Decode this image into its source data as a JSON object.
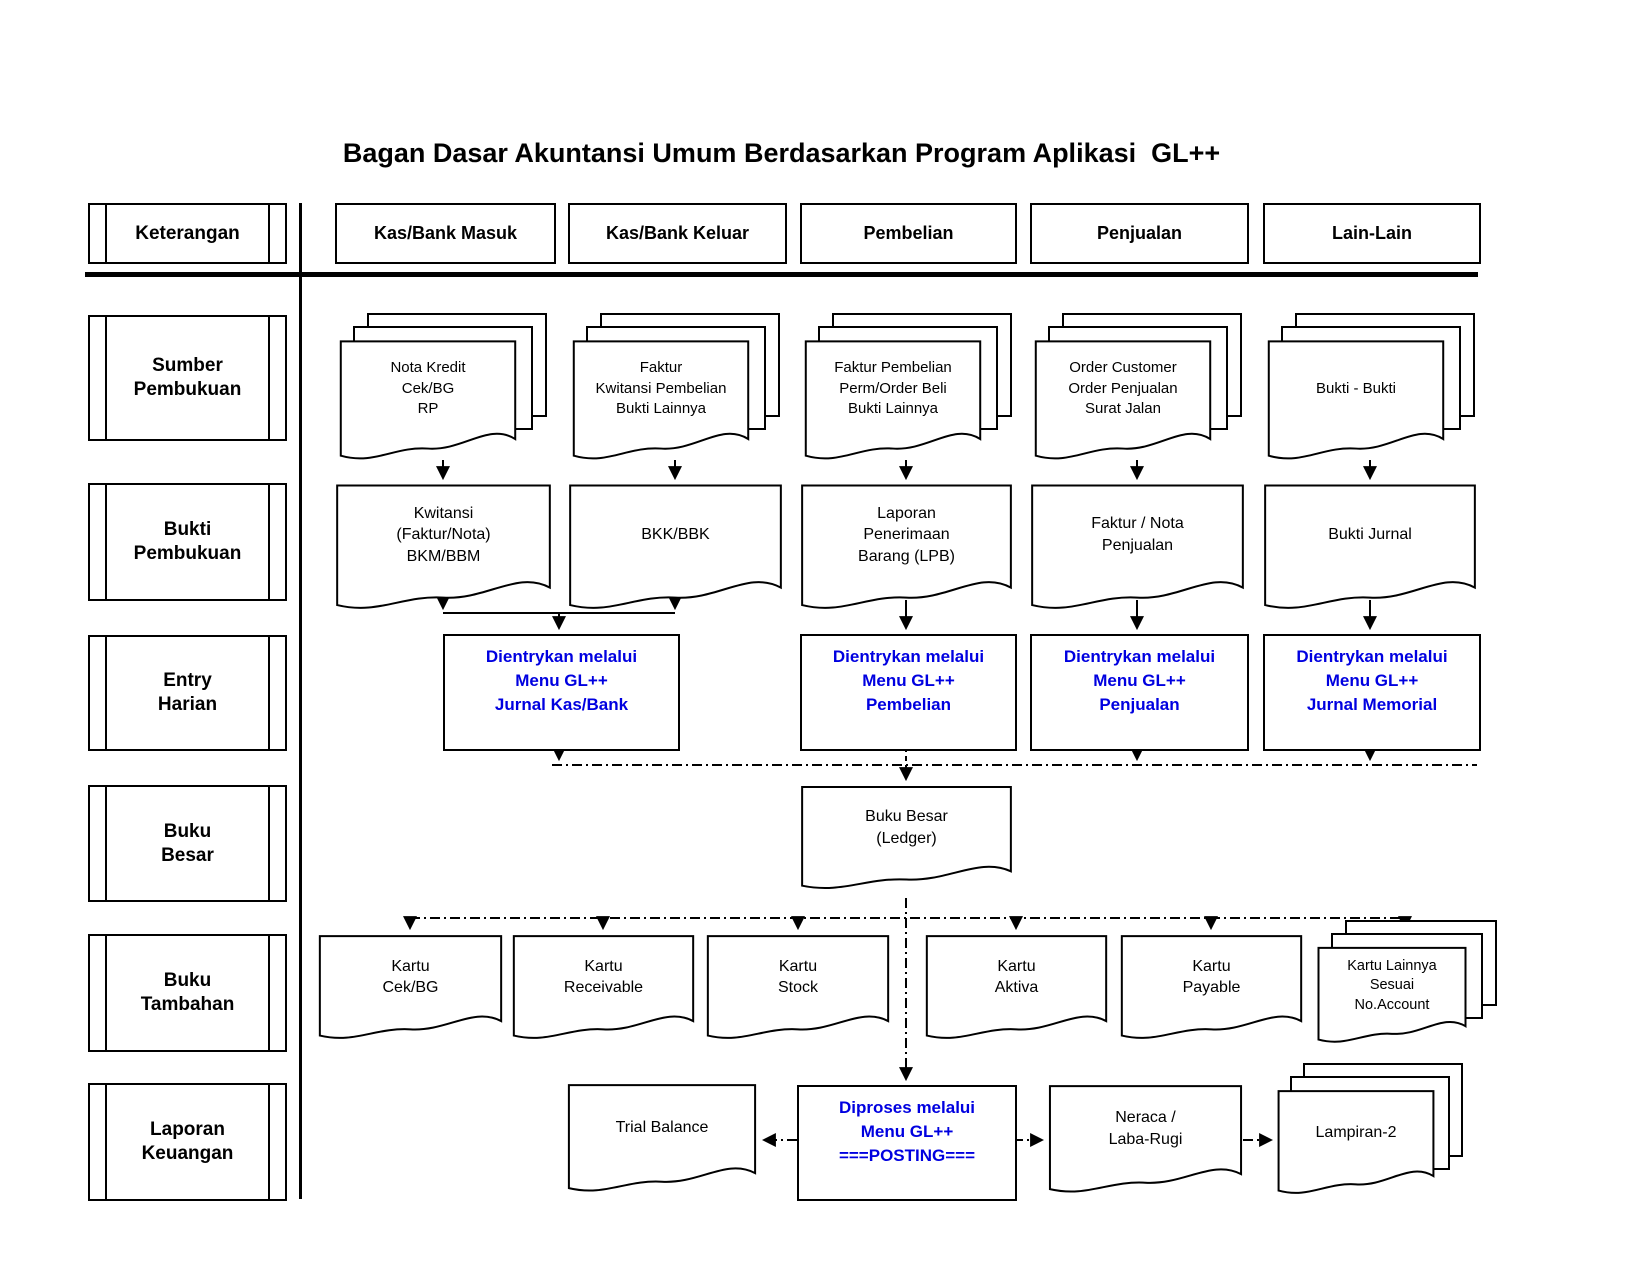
{
  "title": "Bagan Dasar Akuntansi Umum Berdasarkan Program Aplikasi  GL++",
  "colors": {
    "accent_blue": "#0000E0",
    "line_black": "#000000"
  },
  "left_panel": {
    "header": "Keterangan",
    "rows": [
      {
        "label": "Sumber\nPembukuan"
      },
      {
        "label": "Bukti\nPembukuan"
      },
      {
        "label": "Entry\nHarian"
      },
      {
        "label": "Buku\nBesar"
      },
      {
        "label": "Buku\nTambahan"
      },
      {
        "label": "Laporan\nKeuangan"
      }
    ]
  },
  "column_headers": [
    {
      "label": "Kas/Bank Masuk"
    },
    {
      "label": "Kas/Bank Keluar"
    },
    {
      "label": "Pembelian"
    },
    {
      "label": "Penjualan"
    },
    {
      "label": "Lain-Lain"
    }
  ],
  "sumber": [
    {
      "label": "Nota Kredit\nCek/BG\nRP"
    },
    {
      "label": "Faktur\nKwitansi Pembelian\nBukti Lainnya"
    },
    {
      "label": "Faktur Pembelian\nPerm/Order Beli\nBukti Lainnya"
    },
    {
      "label": "Order Customer\nOrder Penjualan\nSurat Jalan"
    },
    {
      "label": "Bukti - Bukti"
    }
  ],
  "bukti": [
    {
      "label": "Kwitansi\n(Faktur/Nota)\nBKM/BBM"
    },
    {
      "label": "BKK/BBK"
    },
    {
      "label": "Laporan\nPenerimaan\nBarang (LPB)"
    },
    {
      "label": "Faktur / Nota\nPenjualan"
    },
    {
      "label": "Bukti Jurnal"
    }
  ],
  "entry": [
    {
      "label": "Dientrykan melalui\nMenu GL++\nJurnal Kas/Bank"
    },
    {
      "label": "Dientrykan melalui\nMenu GL++\nPembelian"
    },
    {
      "label": "Dientrykan melalui\nMenu GL++\nPenjualan"
    },
    {
      "label": "Dientrykan melalui\nMenu GL++\nJurnal Memorial"
    }
  ],
  "ledger": {
    "label": "Buku Besar\n(Ledger)"
  },
  "kartu": [
    {
      "label": "Kartu\nCek/BG"
    },
    {
      "label": "Kartu\nReceivable"
    },
    {
      "label": "Kartu\nStock"
    },
    {
      "label": "Kartu\nAktiva"
    },
    {
      "label": "Kartu\nPayable"
    },
    {
      "label": "Kartu Lainnya\nSesuai\nNo.Account"
    }
  ],
  "laporan": {
    "trial_balance": {
      "label": "Trial Balance"
    },
    "posting": {
      "label": "Diproses melalui\nMenu GL++\n===POSTING==="
    },
    "neraca": {
      "label": "Neraca /\nLaba-Rugi"
    },
    "lampiran": {
      "label": "Lampiran-2"
    }
  }
}
